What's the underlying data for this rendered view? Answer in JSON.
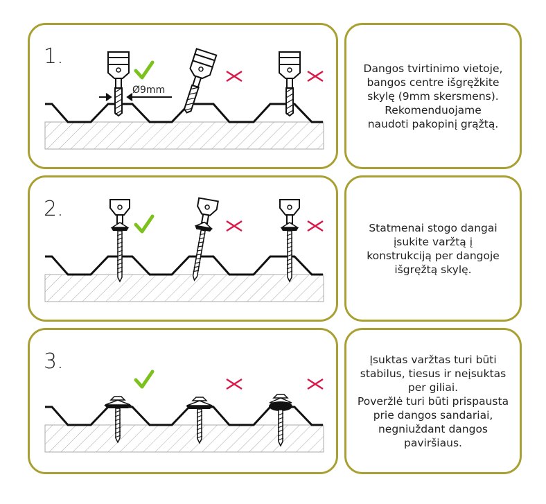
{
  "steps": [
    {
      "number": "1.",
      "dimension_label": "Ø9mm",
      "text": "Dangos tvirtinimo vietoje,\nbangos centre išgręžkite\nskylę (9mm skersmens).\nRekomenduojame\nnaudoti pakopinį grąžtą.",
      "marks": [
        "check-icon",
        "cross-icon",
        "cross-icon"
      ]
    },
    {
      "number": "2.",
      "text": "Statmenai stogo dangai\nįsukite varžtą į\nkonstrukciją per dangoje\nišgręžtą skylę.",
      "marks": [
        "check-icon",
        "cross-icon",
        "cross-icon"
      ]
    },
    {
      "number": "3.",
      "text": "Įsuktas varžtas turi būti\nstabilus, tiesus ir neįsuktas\nper giliai.\nPoveržlė turi būti prispausta\nprie dangos sandariai,\nnegniuždant dangos\npaviršiaus.",
      "marks": [
        "check-icon",
        "cross-icon",
        "cross-icon"
      ]
    }
  ],
  "colors": {
    "border": "#a9a033",
    "check": "#7dc11e",
    "cross": "#d8194a"
  }
}
